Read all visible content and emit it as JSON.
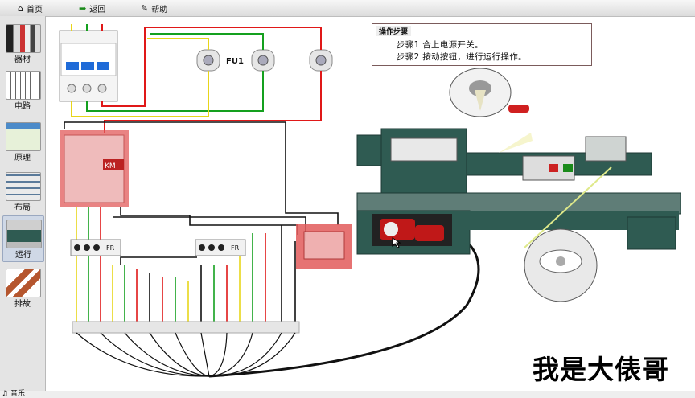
{
  "toolbar": {
    "home_label": "首页",
    "back_label": "返回",
    "help_label": "帮助"
  },
  "sidebar": {
    "items": [
      {
        "label": "器材"
      },
      {
        "label": "电路"
      },
      {
        "label": "原理"
      },
      {
        "label": "布局"
      },
      {
        "label": "运行"
      },
      {
        "label": "排故"
      }
    ],
    "music_label": "音乐"
  },
  "steps_panel": {
    "title": "操作步骤",
    "steps": [
      {
        "num": "步骤1",
        "text": "合上电源开关。"
      },
      {
        "num": "步骤2",
        "text": "按动按钮，进行运行操作。"
      }
    ]
  },
  "circuit": {
    "fuse_label": "FU1",
    "contactor_label": "KM",
    "relay_label_left": "FR",
    "relay_label_right": "FR"
  },
  "watermark": "我是大俵哥",
  "colors": {
    "wire_red": "#e01818",
    "wire_green": "#14a01e",
    "wire_yellow": "#e8d51a",
    "wire_black": "#111111",
    "lathe_body": "#2f5b52",
    "highlight": "#e25a5a"
  }
}
